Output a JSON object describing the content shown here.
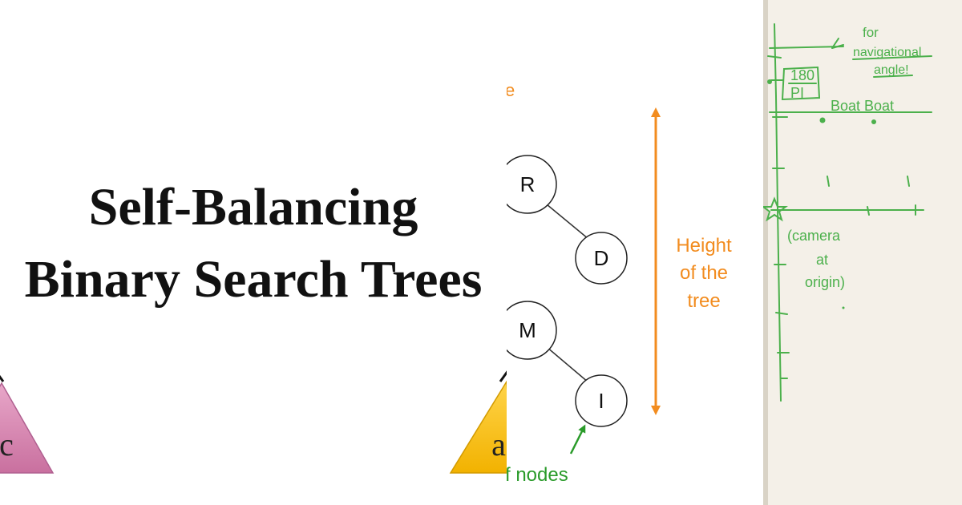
{
  "left": {
    "title_line1": "Self-Balancing",
    "title_line2": "Binary Search Trees",
    "subtree_left_label": "c",
    "subtree_right_label": "a"
  },
  "middle": {
    "nodes": [
      "R",
      "D",
      "M",
      "I"
    ],
    "height_label": [
      "Height",
      "of the",
      "tree"
    ],
    "bottom_label": "f nodes",
    "top_fragment": "e",
    "colors": {
      "orange": "#f28c1f",
      "green": "#2a9b2a"
    }
  },
  "right": {
    "note_line1": "for",
    "note_line2": "navigational",
    "note_line3": "angle!",
    "fraction_top": "180",
    "fraction_bottom": "PI",
    "boat_label": "Boat Boat",
    "camera_line1": "(camera",
    "camera_line2": "at",
    "camera_line3": "origin)",
    "ink_color": "#4bb04b"
  }
}
